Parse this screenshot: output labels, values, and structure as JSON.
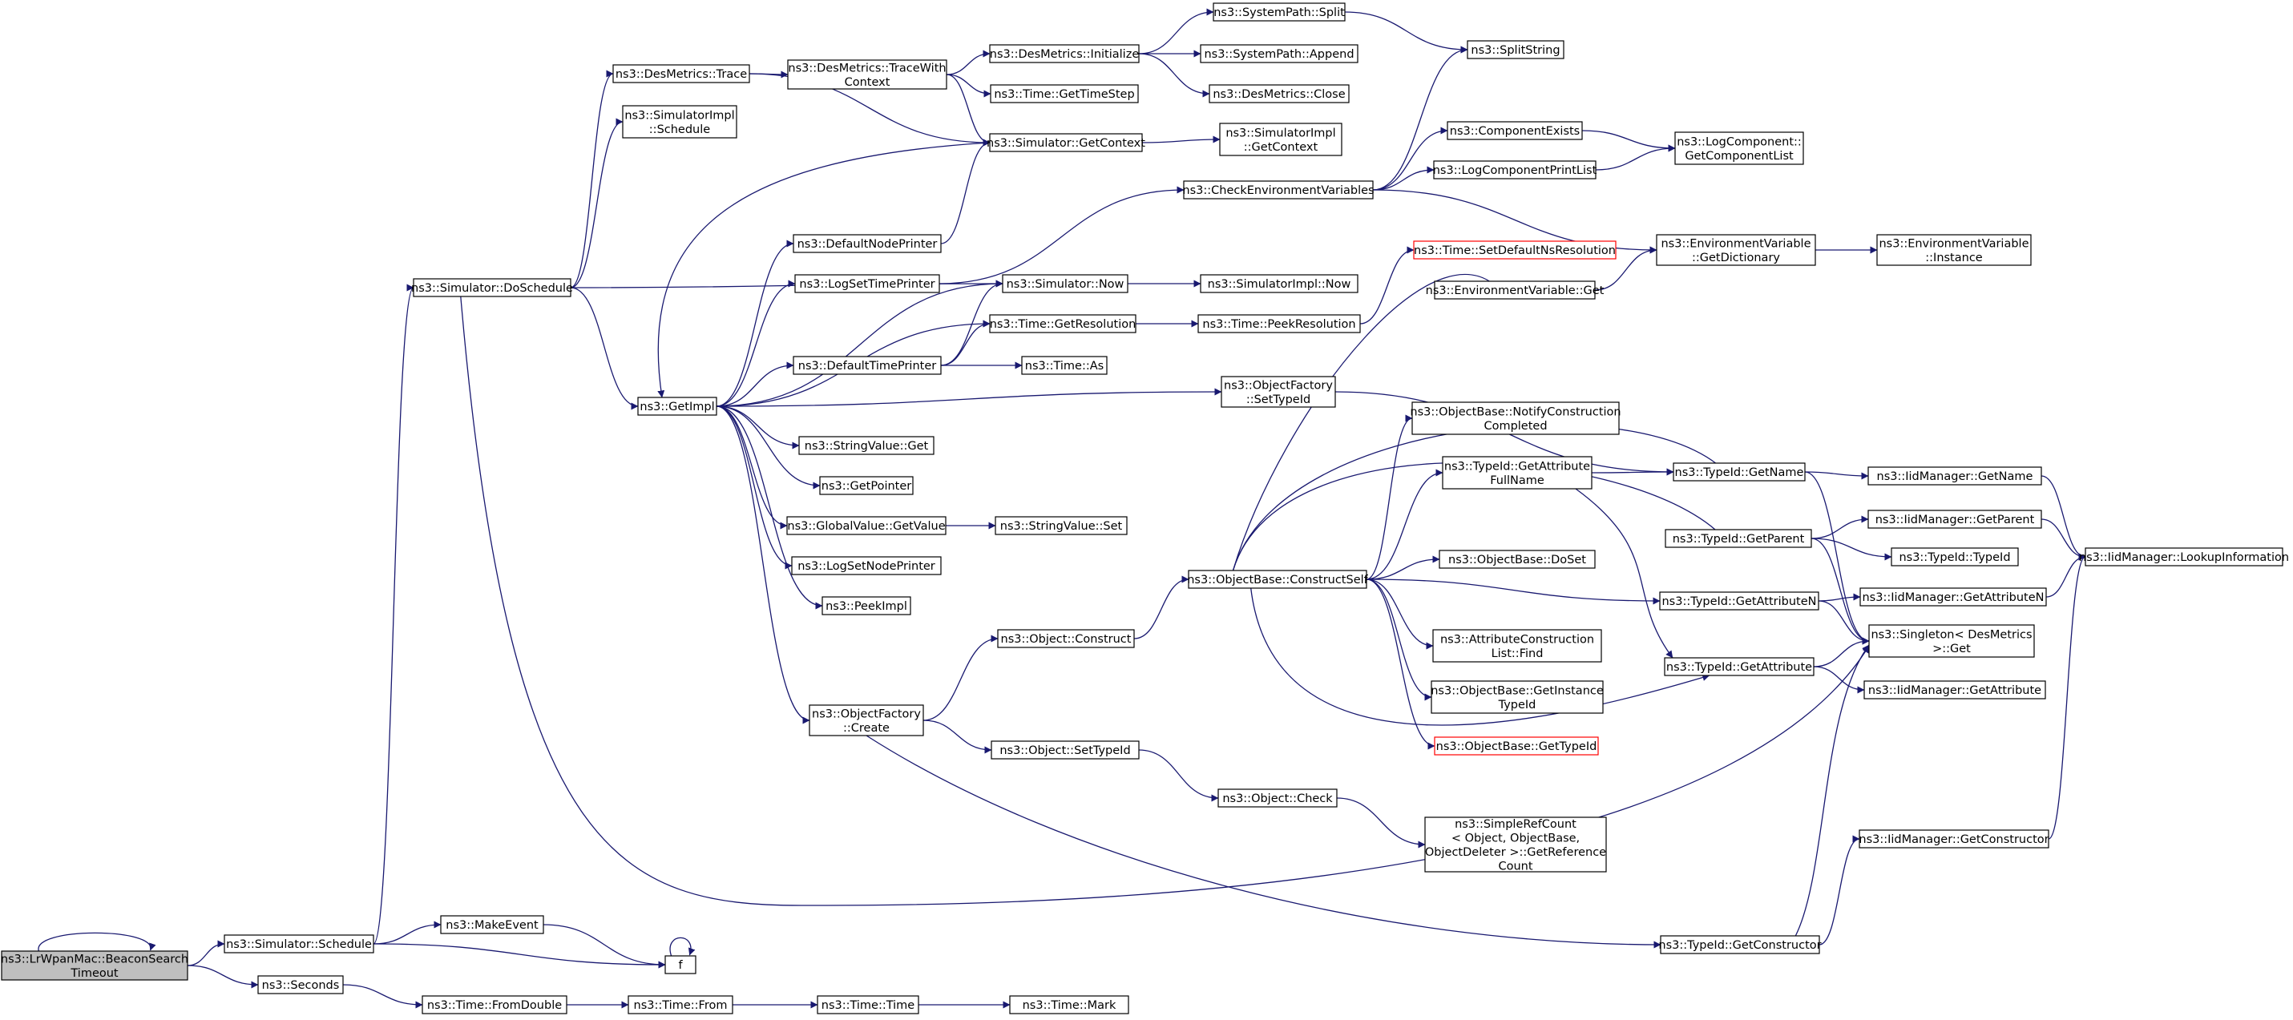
{
  "colors": {
    "edge": "#191970",
    "root_fill": "#bfbfbf",
    "red_border": "#ff0000",
    "node_border": "#000000"
  },
  "nodes": [
    {
      "id": "beacon",
      "lines": [
        "ns3::LrWpanMac::BeaconSearch",
        "Timeout"
      ],
      "style": "root"
    },
    {
      "id": "sim_schedule",
      "lines": [
        "ns3::Simulator::Schedule"
      ]
    },
    {
      "id": "seconds",
      "lines": [
        "ns3::Seconds"
      ]
    },
    {
      "id": "sim_doschedule",
      "lines": [
        "ns3::Simulator::DoSchedule"
      ]
    },
    {
      "id": "makeevent",
      "lines": [
        "ns3::MakeEvent"
      ]
    },
    {
      "id": "f",
      "lines": [
        "f"
      ]
    },
    {
      "id": "fromdouble",
      "lines": [
        "ns3::Time::FromDouble"
      ]
    },
    {
      "id": "from",
      "lines": [
        "ns3::Time::From"
      ]
    },
    {
      "id": "time",
      "lines": [
        "ns3::Time::Time"
      ]
    },
    {
      "id": "mark",
      "lines": [
        "ns3::Time::Mark"
      ]
    },
    {
      "id": "dm_trace",
      "lines": [
        "ns3::DesMetrics::Trace"
      ]
    },
    {
      "id": "simimpl_schedule",
      "lines": [
        "ns3::SimulatorImpl",
        "::Schedule"
      ]
    },
    {
      "id": "getimpl",
      "lines": [
        "ns3::GetImpl"
      ]
    },
    {
      "id": "dm_tracewith",
      "lines": [
        "ns3::DesMetrics::TraceWith",
        "Context"
      ]
    },
    {
      "id": "dm_initialize",
      "lines": [
        "ns3::DesMetrics::Initialize"
      ]
    },
    {
      "id": "gettimestep",
      "lines": [
        "ns3::Time::GetTimeStep"
      ]
    },
    {
      "id": "sp_split",
      "lines": [
        "ns3::SystemPath::Split"
      ]
    },
    {
      "id": "sp_append",
      "lines": [
        "ns3::SystemPath::Append"
      ]
    },
    {
      "id": "dm_close",
      "lines": [
        "ns3::DesMetrics::Close"
      ]
    },
    {
      "id": "splitstring",
      "lines": [
        "ns3::SplitString"
      ]
    },
    {
      "id": "sim_getcontext",
      "lines": [
        "ns3::Simulator::GetContext"
      ]
    },
    {
      "id": "simimpl_getcontext",
      "lines": [
        "ns3::SimulatorImpl",
        "::GetContext"
      ]
    },
    {
      "id": "checkenv",
      "lines": [
        "ns3::CheckEnvironmentVariables"
      ]
    },
    {
      "id": "compexists",
      "lines": [
        "ns3::ComponentExists"
      ]
    },
    {
      "id": "logcompprint",
      "lines": [
        "ns3::LogComponentPrintList"
      ]
    },
    {
      "id": "logcomp_getlist",
      "lines": [
        "ns3::LogComponent::",
        "GetComponentList"
      ]
    },
    {
      "id": "defnodeprinter",
      "lines": [
        "ns3::DefaultNodePrinter"
      ]
    },
    {
      "id": "logsettimeprinter",
      "lines": [
        "ns3::LogSetTimePrinter"
      ]
    },
    {
      "id": "sim_now",
      "lines": [
        "ns3::Simulator::Now"
      ]
    },
    {
      "id": "simimpl_now",
      "lines": [
        "ns3::SimulatorImpl::Now"
      ]
    },
    {
      "id": "envvar_getdict",
      "lines": [
        "ns3::EnvironmentVariable",
        "::GetDictionary"
      ]
    },
    {
      "id": "envvar_instance",
      "lines": [
        "ns3::EnvironmentVariable",
        "::Instance"
      ]
    },
    {
      "id": "setdefaultns",
      "lines": [
        "ns3::Time::SetDefaultNsResolution"
      ],
      "style": "red"
    },
    {
      "id": "envvar_get",
      "lines": [
        "ns3::EnvironmentVariable::Get"
      ]
    },
    {
      "id": "getresolution",
      "lines": [
        "ns3::Time::GetResolution"
      ]
    },
    {
      "id": "peekresolution",
      "lines": [
        "ns3::Time::PeekResolution"
      ]
    },
    {
      "id": "deftimeprinter",
      "lines": [
        "ns3::DefaultTimePrinter"
      ]
    },
    {
      "id": "time_as",
      "lines": [
        "ns3::Time::As"
      ]
    },
    {
      "id": "of_settypeid",
      "lines": [
        "ns3::ObjectFactory",
        "::SetTypeId"
      ]
    },
    {
      "id": "stringvalue_get",
      "lines": [
        "ns3::StringValue::Get"
      ]
    },
    {
      "id": "getpointer",
      "lines": [
        "ns3::GetPointer"
      ]
    },
    {
      "id": "gv_getvalue",
      "lines": [
        "ns3::GlobalValue::GetValue"
      ]
    },
    {
      "id": "stringvalue_set",
      "lines": [
        "ns3::StringValue::Set"
      ]
    },
    {
      "id": "logsetnodeprinter",
      "lines": [
        "ns3::LogSetNodePrinter"
      ]
    },
    {
      "id": "peekimpl",
      "lines": [
        "ns3::PeekImpl"
      ]
    },
    {
      "id": "of_create",
      "lines": [
        "ns3::ObjectFactory",
        "::Create"
      ]
    },
    {
      "id": "obj_construct",
      "lines": [
        "ns3::Object::Construct"
      ]
    },
    {
      "id": "obj_settypeid",
      "lines": [
        "ns3::Object::SetTypeId"
      ]
    },
    {
      "id": "obj_check",
      "lines": [
        "ns3::Object::Check"
      ]
    },
    {
      "id": "simplerefcount",
      "lines": [
        "ns3::SimpleRefCount",
        "< Object, ObjectBase,",
        "ObjectDeleter >::GetReference",
        "Count"
      ]
    },
    {
      "id": "ob_constructself",
      "lines": [
        "ns3::ObjectBase::ConstructSelf"
      ]
    },
    {
      "id": "ob_notify",
      "lines": [
        "ns3::ObjectBase::NotifyConstruction",
        "Completed"
      ]
    },
    {
      "id": "tid_getattrfull",
      "lines": [
        "ns3::TypeId::GetAttribute",
        "FullName"
      ]
    },
    {
      "id": "ob_doset",
      "lines": [
        "ns3::ObjectBase::DoSet"
      ]
    },
    {
      "id": "acl_find",
      "lines": [
        "ns3::AttributeConstruction",
        "List::Find"
      ]
    },
    {
      "id": "ob_getinstance",
      "lines": [
        "ns3::ObjectBase::GetInstance",
        "TypeId"
      ]
    },
    {
      "id": "ob_gettypeid",
      "lines": [
        "ns3::ObjectBase::GetTypeId"
      ],
      "style": "red"
    },
    {
      "id": "tid_getname",
      "lines": [
        "ns3::TypeId::GetName"
      ]
    },
    {
      "id": "tid_getparent",
      "lines": [
        "ns3::TypeId::GetParent"
      ]
    },
    {
      "id": "tid_getattrn",
      "lines": [
        "ns3::TypeId::GetAttributeN"
      ]
    },
    {
      "id": "tid_getattr",
      "lines": [
        "ns3::TypeId::GetAttribute"
      ]
    },
    {
      "id": "tid_getconstructor",
      "lines": [
        "ns3::TypeId::GetConstructor"
      ]
    },
    {
      "id": "iid_getname",
      "lines": [
        "ns3::IidManager::GetName"
      ]
    },
    {
      "id": "iid_getparent",
      "lines": [
        "ns3::IidManager::GetParent"
      ]
    },
    {
      "id": "tid_typeid",
      "lines": [
        "ns3::TypeId::TypeId"
      ]
    },
    {
      "id": "iid_getattrn",
      "lines": [
        "ns3::IidManager::GetAttributeN"
      ]
    },
    {
      "id": "singleton",
      "lines": [
        "ns3::Singleton< DesMetrics",
        ">::Get"
      ]
    },
    {
      "id": "iid_getattr",
      "lines": [
        "ns3::IidManager::GetAttribute"
      ]
    },
    {
      "id": "iid_getconstructor",
      "lines": [
        "ns3::IidManager::GetConstructor"
      ]
    },
    {
      "id": "iid_lookup",
      "lines": [
        "ns3::IidManager::LookupInformation"
      ]
    }
  ]
}
